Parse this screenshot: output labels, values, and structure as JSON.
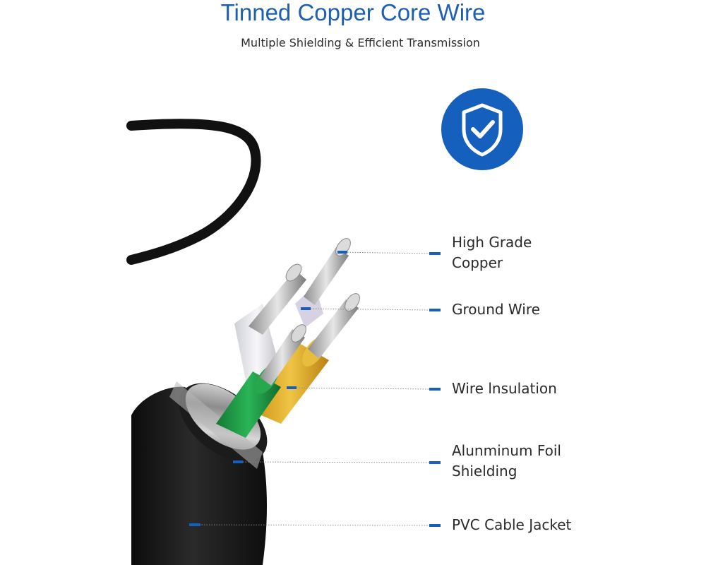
{
  "title": "Tinned Copper Core Wire",
  "subtitle": "Multiple Shielding & Efficient Transmission",
  "badge_icon": "shield-check-icon",
  "colors": {
    "accent": "#1560bd",
    "title": "#1c5fb4",
    "leader": "#8a8a8a",
    "jacket": "#161616",
    "insulation_white": "#e8e8ec",
    "insulation_green": "#1f9a45",
    "insulation_yellow": "#e2ae28"
  },
  "callouts": [
    {
      "label": "High Grade\nCopper"
    },
    {
      "label": "Ground Wire"
    },
    {
      "label": "Wire lnsulation"
    },
    {
      "label": "Alunminum Foil\nShielding"
    },
    {
      "label": "PVC Cable Jacket"
    }
  ]
}
